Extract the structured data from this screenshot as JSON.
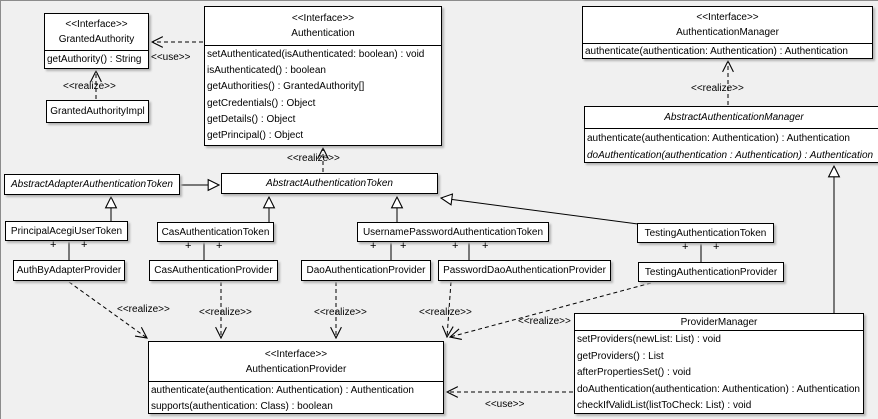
{
  "labels": {
    "use": "<<use>>",
    "realize": "<<realize>>",
    "plus": "+"
  },
  "classes": {
    "granted_authority": {
      "stereotype": "<<Interface>>",
      "name": "GrantedAuthority",
      "methods": [
        "getAuthority() : String"
      ]
    },
    "granted_authority_impl": {
      "name": "GrantedAuthorityImpl"
    },
    "authentication": {
      "stereotype": "<<Interface>>",
      "name": "Authentication",
      "methods": [
        "setAuthenticated(isAuthenticated: boolean) : void",
        "isAuthenticated() : boolean",
        "getAuthorities() : GrantedAuthority[]",
        "getCredentials() : Object",
        "getDetails() : Object",
        "getPrincipal() : Object"
      ]
    },
    "authentication_manager": {
      "stereotype": "<<Interface>>",
      "name": "AuthenticationManager",
      "methods": [
        "authenticate(authentication: Authentication) : Authentication"
      ]
    },
    "abstract_authentication_manager": {
      "name": "AbstractAuthenticationManager",
      "methods": [
        "authenticate(authentication: Authentication) : Authentication",
        "doAuthentication(authentication : Authentication) : Authentication"
      ]
    },
    "abstract_adapter_authentication_token": {
      "name": "AbstractAdapterAuthenticationToken"
    },
    "abstract_authentication_token": {
      "name": "AbstractAuthenticationToken"
    },
    "principal_acegi_user_token": {
      "name": "PrincipalAcegiUserToken"
    },
    "cas_authentication_token": {
      "name": "CasAuthenticationToken"
    },
    "username_password_authentication_token": {
      "name": "UsernamePasswordAuthenticationToken"
    },
    "testing_authentication_token": {
      "name": "TestingAuthenticationToken"
    },
    "auth_by_adapter_provider": {
      "name": "AuthByAdapterProvider"
    },
    "cas_authentication_provider": {
      "name": "CasAuthenticationProvider"
    },
    "dao_authentication_provider": {
      "name": "DaoAuthenticationProvider"
    },
    "password_dao_authentication_provider": {
      "name": "PasswordDaoAuthenticationProvider"
    },
    "testing_authentication_provider": {
      "name": "TestingAuthenticationProvider"
    },
    "authentication_provider": {
      "stereotype": "<<Interface>>",
      "name": "AuthenticationProvider",
      "methods": [
        "authenticate(authentication: Authentication) : Authentication",
        "supports(authentication: Class) : boolean"
      ]
    },
    "provider_manager": {
      "name": "ProviderManager",
      "methods": [
        "setProviders(newList: List) : void",
        "getProviders() : List",
        "afterPropertiesSet() : void",
        "doAuthentication(authentication: Authentication) : Authentication",
        "checkIfValidList(listToCheck: List) : void"
      ]
    }
  },
  "colors": {
    "background": "#f0f0f0",
    "box_fill": "#ffffff",
    "line": "#000000"
  }
}
